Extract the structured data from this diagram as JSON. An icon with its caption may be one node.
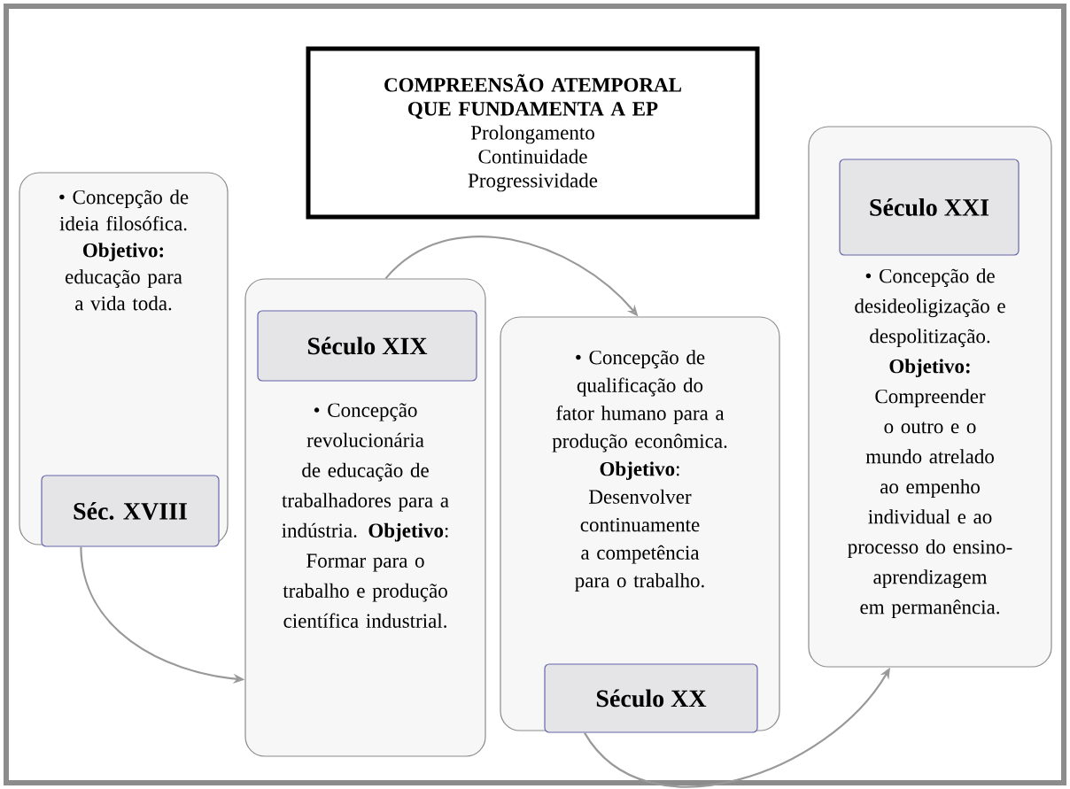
{
  "diagram": {
    "nodes": [
      {
        "text": [
          "COMPREENSÃO ATEMPORAL QUE FUNDAMENTA A EP",
          "Prolongamento",
          "Continuidade",
          "Progressividade"
        ]
      },
      {
        "text": [
          "• Concepção de ideia filosófica. **Objetivo:** educação para a vida toda."
        ]
      },
      {
        "text": [
          "Séc. XVIII"
        ],
        "in": 1
      },
      {
        "text": [
          "• Concepção revolucionária de educação de trabalhadores para a indústria. **Objetivo**: Formar para o trabalho e produção científica industrial."
        ]
      },
      {
        "text": [
          "Século XIX"
        ],
        "in": 3
      },
      {
        "text": [
          "• Concepção de qualificação do fator humano para a produção econômica. **Objetivo**: Desenvolver continuamente a competência para o trabalho."
        ]
      },
      {
        "text": [
          "Século XX"
        ],
        "in": 5
      },
      {
        "text": [
          "• Concepção de desideoligização e despolitização. **Objetivo:** Compreender o outro e o mundo atrelado ao empenho individual e ao processo do ensino-aprendizagem em permanência."
        ]
      },
      {
        "text": [
          "Século XXI"
        ],
        "in": 7
      }
    ],
    "edges": [
      {
        "from": 2,
        "to": 3,
        "arrow": "to"
      },
      {
        "from": 3,
        "to": 5,
        "arrow": "to"
      },
      {
        "from": 6,
        "to": 7,
        "arrow": "to"
      }
    ]
  }
}
